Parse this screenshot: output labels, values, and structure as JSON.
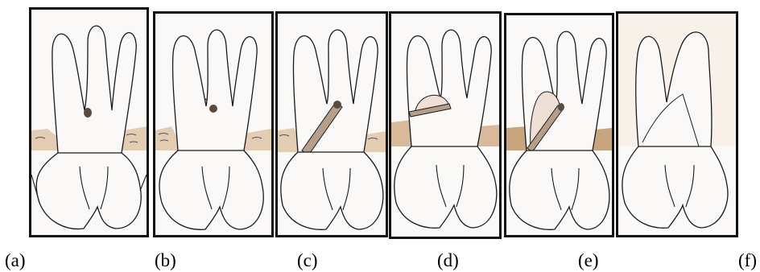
{
  "figure": {
    "panels": [
      {
        "id": "a",
        "label": "(a)"
      },
      {
        "id": "b",
        "label": "(b)"
      },
      {
        "id": "c",
        "label": "(c)"
      },
      {
        "id": "d",
        "label": "(d)"
      },
      {
        "id": "e",
        "label": "(e)"
      },
      {
        "id": "f",
        "label": "(f)"
      }
    ]
  },
  "colors": {
    "bone": "#d9c3a6",
    "gum_line": "#a47b55",
    "tooth_outline": "#1a1a1a",
    "panel_border": "#111111",
    "tooth_fill": "#fbf9f7"
  }
}
